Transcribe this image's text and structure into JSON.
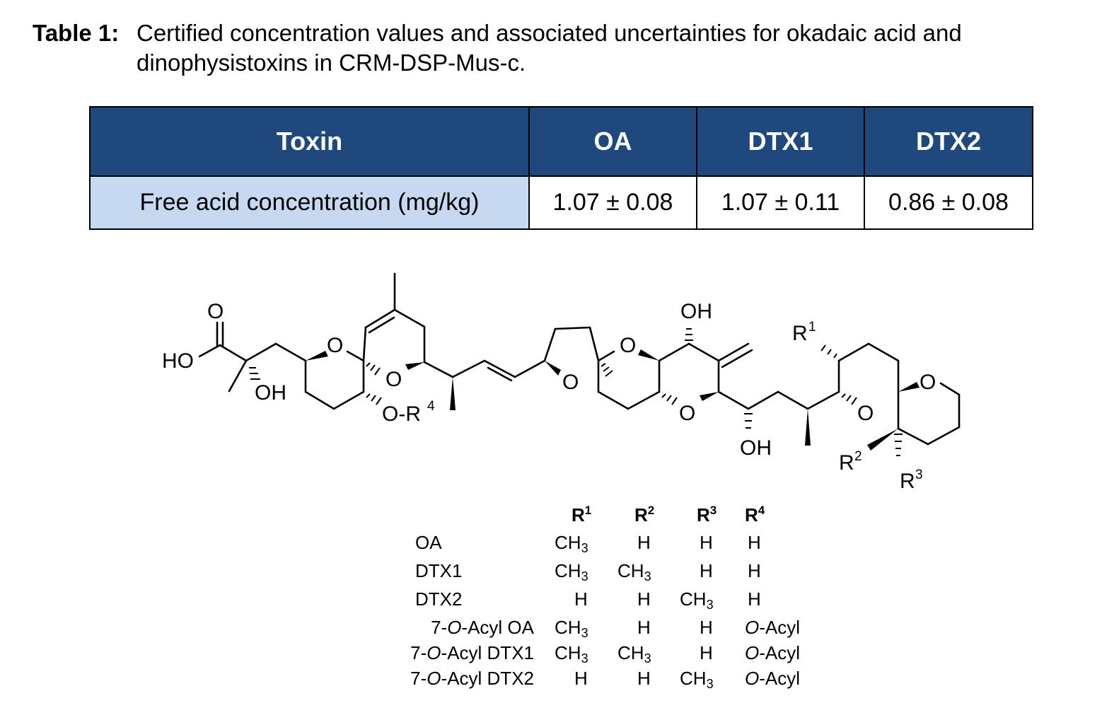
{
  "caption": {
    "label": "Table 1:",
    "text": "Certified concentration values and associated uncertainties for okadaic acid and dinophysistoxins in CRM-DSP-Mus-c."
  },
  "table": {
    "headers": [
      "Toxin",
      "OA",
      "DTX1",
      "DTX2"
    ],
    "row_label": "Free acid concentration (mg/kg)",
    "values": [
      "1.07 ± 0.08",
      "1.07 ± 0.11",
      "0.86 ± 0.08"
    ]
  },
  "structure": {
    "labels": {
      "o_carbonyl": "O",
      "ho": "HO",
      "oh1": "OH",
      "o_ring1": "O",
      "o_ring2": "O",
      "o_r4": "O-R",
      "r4_sup": "4",
      "o_thf": "O",
      "o_ring3": "O",
      "oh_top": "OH",
      "o_ring4": "O",
      "oh_bottom": "OH",
      "r1": "R",
      "r1_sup": "1",
      "o_ring5": "O",
      "o_ring6": "O",
      "r2": "R",
      "r2_sup": "2",
      "r3": "R",
      "r3_sup": "3"
    }
  },
  "substituents": {
    "headers": [
      "R",
      "R",
      "R",
      "R"
    ],
    "header_sups": [
      "1",
      "2",
      "3",
      "4"
    ],
    "rows": [
      {
        "name_pre": "OA",
        "name_it": "",
        "name_post": "",
        "cells": [
          "CH|3",
          "H",
          "H",
          "H"
        ]
      },
      {
        "name_pre": "DTX1",
        "name_it": "",
        "name_post": "",
        "cells": [
          "CH|3",
          "CH|3",
          "H",
          "H"
        ]
      },
      {
        "name_pre": "DTX2",
        "name_it": "",
        "name_post": "",
        "cells": [
          "H",
          "H",
          "CH|3",
          "H"
        ]
      },
      {
        "name_pre": "7-",
        "name_it": "O",
        "name_post": "-Acyl OA",
        "cells": [
          "CH|3",
          "H",
          "H",
          "O-Acyl"
        ]
      },
      {
        "name_pre": "7-",
        "name_it": "O",
        "name_post": "-Acyl DTX1",
        "cells": [
          "CH|3",
          "CH|3",
          "H",
          "O-Acyl"
        ]
      },
      {
        "name_pre": "7-",
        "name_it": "O",
        "name_post": "-Acyl DTX2",
        "cells": [
          "H",
          "H",
          "CH|3",
          "O-Acyl"
        ]
      }
    ]
  }
}
